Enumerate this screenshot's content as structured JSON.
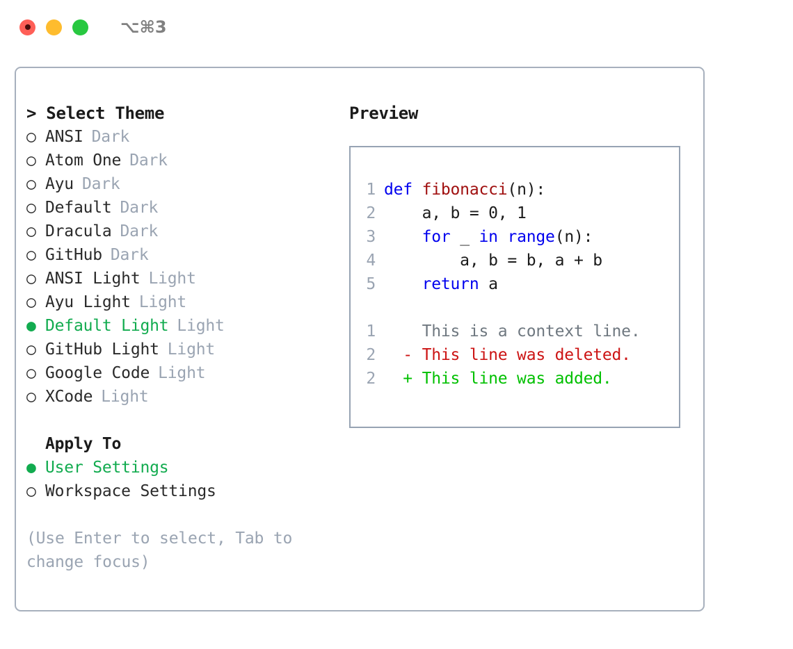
{
  "titlebar": {
    "shortcut": "⌥⌘3",
    "buttons": [
      "close",
      "minimize",
      "zoom"
    ]
  },
  "theme_picker": {
    "heading": "> Select Theme",
    "bullet_unselected": "○",
    "bullet_selected": "●",
    "items": [
      {
        "label": "ANSI",
        "tag": "Dark",
        "selected": false
      },
      {
        "label": "Atom One",
        "tag": "Dark",
        "selected": false
      },
      {
        "label": "Ayu",
        "tag": "Dark",
        "selected": false
      },
      {
        "label": "Default",
        "tag": "Dark",
        "selected": false
      },
      {
        "label": "Dracula",
        "tag": "Dark",
        "selected": false
      },
      {
        "label": "GitHub",
        "tag": "Dark",
        "selected": false
      },
      {
        "label": "ANSI Light",
        "tag": "Light",
        "selected": false
      },
      {
        "label": "Ayu Light",
        "tag": "Light",
        "selected": false
      },
      {
        "label": "Default Light",
        "tag": "Light",
        "selected": true
      },
      {
        "label": "GitHub Light",
        "tag": "Light",
        "selected": false
      },
      {
        "label": "Google Code",
        "tag": "Light",
        "selected": false
      },
      {
        "label": "XCode",
        "tag": "Light",
        "selected": false
      }
    ]
  },
  "apply_to": {
    "heading": "Apply To",
    "items": [
      {
        "label": "User Settings",
        "selected": true
      },
      {
        "label": "Workspace Settings",
        "selected": false
      }
    ]
  },
  "hint": "(Use Enter to select, Tab to change focus)",
  "preview": {
    "title": "Preview",
    "code_lines": [
      {
        "num": "1",
        "tokens": [
          {
            "t": "def ",
            "c": "kw"
          },
          {
            "t": "fibonacci",
            "c": "fn"
          },
          {
            "t": "(n):",
            "c": "pl"
          }
        ]
      },
      {
        "num": "2",
        "tokens": [
          {
            "t": "    a, b = 0, 1",
            "c": "pl"
          }
        ]
      },
      {
        "num": "3",
        "tokens": [
          {
            "t": "    ",
            "c": "pl"
          },
          {
            "t": "for",
            "c": "kw"
          },
          {
            "t": " _ ",
            "c": "pl"
          },
          {
            "t": "in",
            "c": "kw"
          },
          {
            "t": " ",
            "c": "pl"
          },
          {
            "t": "range",
            "c": "kw"
          },
          {
            "t": "(n):",
            "c": "pl"
          }
        ]
      },
      {
        "num": "4",
        "tokens": [
          {
            "t": "        a, b = b, a + b",
            "c": "pl"
          }
        ]
      },
      {
        "num": "5",
        "tokens": [
          {
            "t": "    ",
            "c": "pl"
          },
          {
            "t": "return",
            "c": "kw"
          },
          {
            "t": " a",
            "c": "pl"
          }
        ]
      }
    ],
    "diff_lines": [
      {
        "num": "1",
        "marker": " ",
        "text": "This is a context line.",
        "kind": "ctx"
      },
      {
        "num": "2",
        "marker": "-",
        "text": "This line was deleted.",
        "kind": "del"
      },
      {
        "num": "2",
        "marker": "+",
        "text": "This line was added.",
        "kind": "add"
      }
    ]
  },
  "colors": {
    "selected_green": "#12ab4f",
    "muted_gray": "#9aa4b2",
    "keyword_blue": "#0000ee",
    "function_red": "#a01010",
    "diff_delete": "#cc1414",
    "diff_add": "#00c000",
    "border": "#a7b0bd",
    "traffic_red": "#ff5f57",
    "traffic_yellow": "#febc2e",
    "traffic_green": "#28c840"
  }
}
